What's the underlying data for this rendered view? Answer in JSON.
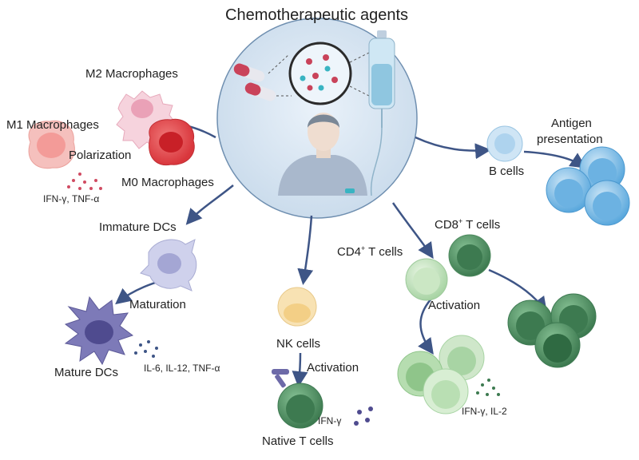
{
  "title": "Chemotherapeutic agents",
  "labels": {
    "m2_macrophages": "M2 Macrophages",
    "m1_macrophages": "M1 Macrophages",
    "polarization": "Polarization",
    "m0_macrophages": "M0 Macrophages",
    "m1_cytokines": "IFN-γ, TNF-α",
    "immature_dcs": "Immature DCs",
    "maturation": "Maturation",
    "mature_dcs": "Mature DCs",
    "dc_cytokines": "IL-6, IL-12, TNF-α",
    "nk_cells": "NK cells",
    "nk_activation": "Activation",
    "native_t_cells": "Native T cells",
    "t_cytokine": "IFN-γ",
    "cd4_t_cells": "CD4",
    "cd4_suffix": " T cells",
    "cd8_t_cells": "CD8",
    "cd8_suffix": " T cells",
    "t_sup": "+",
    "t_activation": "Activation",
    "t_cytokines": "IFN-γ, IL-2",
    "b_cells": "B cells",
    "antigen_presentation_1": "Antigen",
    "antigen_presentation_2": "presentation"
  },
  "colors": {
    "hub_fill": "#d9e6f2",
    "hub_stroke": "#6f8fb0",
    "arrow": "#3e5586",
    "m2": "#f3c6d2",
    "m1": "#f2a4a4",
    "m0": "#e0484d",
    "dc_immature": "#b6b8dc",
    "dc_mature": "#6d6aa8",
    "nk": "#f6d99a",
    "t_native": "#5f9b70",
    "cd4": "#c9e6c3",
    "cd8": "#6fae80",
    "b_cell": "#8cc3e8"
  }
}
